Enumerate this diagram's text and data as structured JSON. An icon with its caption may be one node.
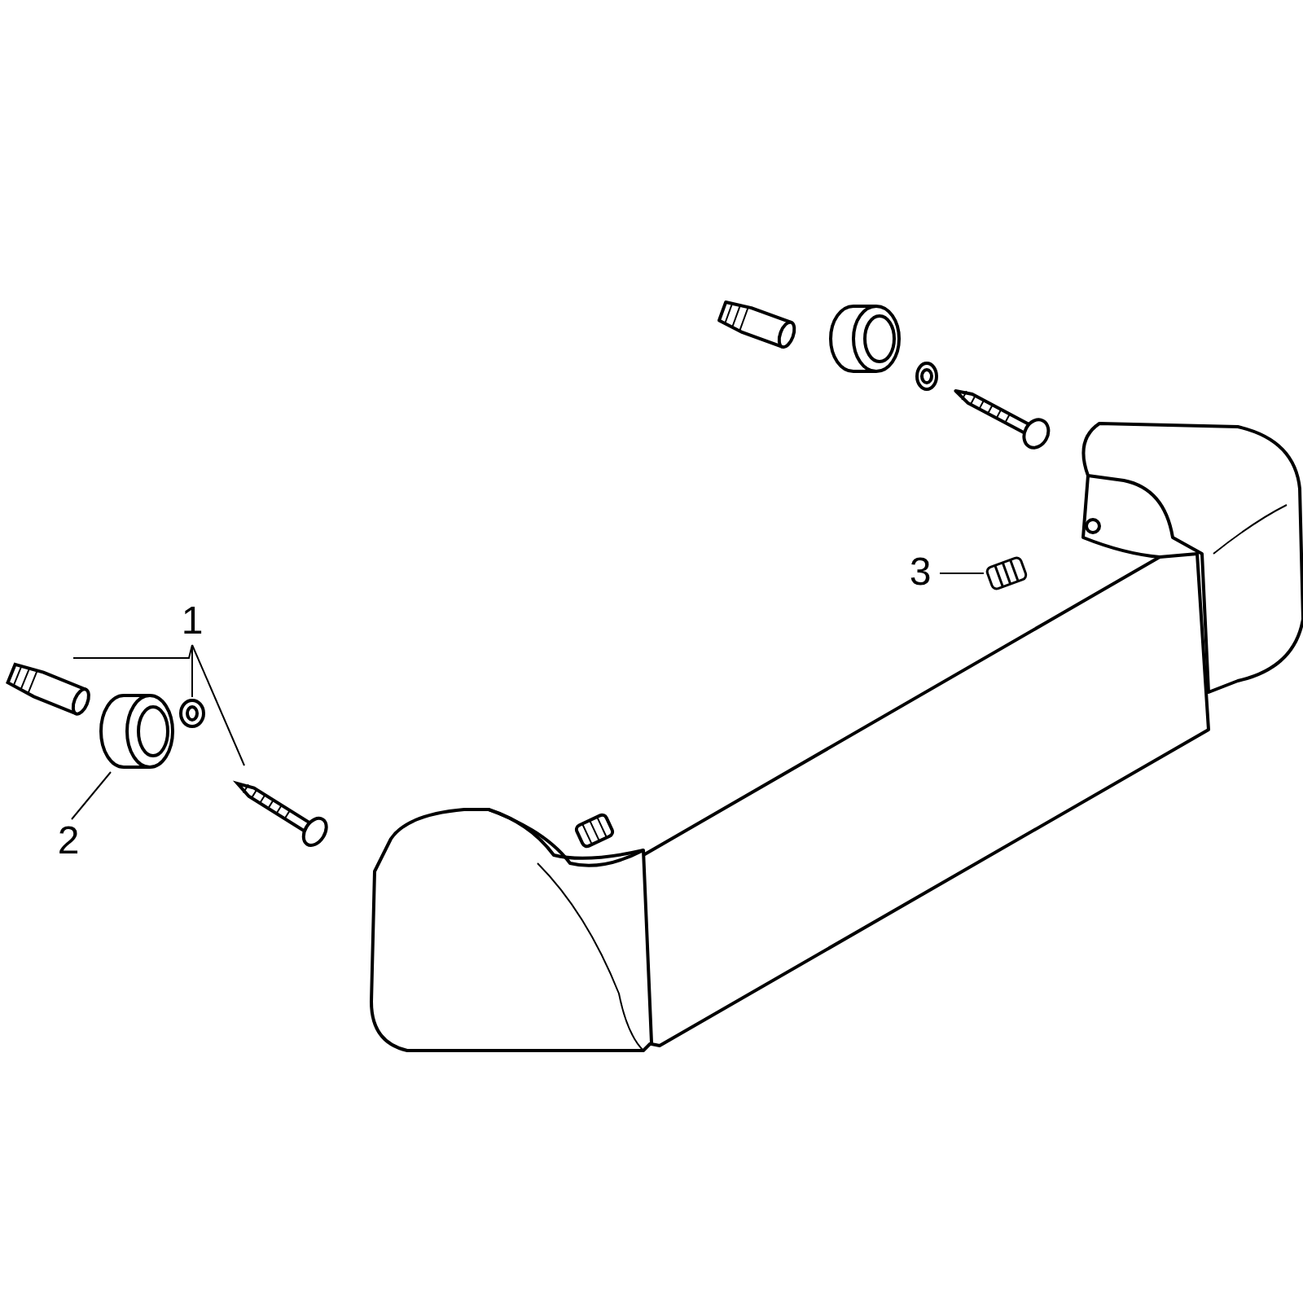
{
  "diagram": {
    "nodes": [
      {
        "text": [
          "1"
        ]
      },
      {
        "text": [],
        "shape": "picture"
      },
      {
        "text": [],
        "shape": "picture"
      },
      {
        "text": [],
        "shape": "picture"
      },
      {
        "text": [
          "2"
        ]
      },
      {
        "text": [],
        "shape": "picture"
      },
      {
        "text": [
          "3"
        ]
      },
      {
        "text": [],
        "shape": "picture"
      }
    ],
    "edges": [
      {
        "from": 0,
        "to": 1,
        "arrow": "none"
      },
      {
        "from": 0,
        "to": 2,
        "arrow": "none"
      },
      {
        "from": 0,
        "to": 3,
        "arrow": "none"
      },
      {
        "from": 4,
        "to": 5,
        "arrow": "none"
      },
      {
        "from": 6,
        "to": 7,
        "arrow": "none"
      }
    ]
  }
}
